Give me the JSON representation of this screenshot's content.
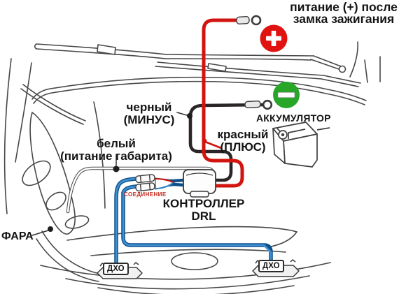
{
  "diagram": {
    "ignition_label": {
      "line1": "питание (+) после",
      "line2": "замка зажигания"
    },
    "battery_label": "АККУМУЛЯТОР",
    "black_wire_label": {
      "line1": "черный",
      "line2": "(МИНУС)"
    },
    "red_wire_label": {
      "line1": "красный",
      "line2": "(ПЛЮС)"
    },
    "white_wire_label": {
      "line1": "белый",
      "line2": "(питание габарита)"
    },
    "connection_label": "СОЕДИНЕНИЕ",
    "controller_label": {
      "line1": "КОНТРОЛЛЕР",
      "line2": "DRL"
    },
    "headlight_label": "ФАРА",
    "drl_left_label": "ДХО",
    "drl_right_label": "ДХО",
    "icons": {
      "plus_badge": "plus-in-red-circle",
      "minus_badge": "minus-in-green-circle"
    },
    "colors": {
      "plus_badge": "#e11310",
      "minus_badge": "#27a627",
      "red_wire": "#d21410",
      "blue_wire": "#2e86c8",
      "black_wire": "#2b2527",
      "white_wire_outline": "#474747",
      "connection_text": "#c3291f",
      "line_art": "#474747"
    }
  }
}
